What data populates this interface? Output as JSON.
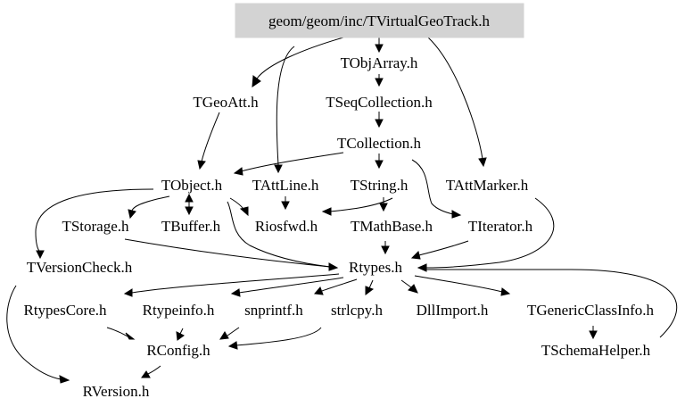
{
  "graph": {
    "root": "geom/geom/inc/TVirtualGeoTrack.h",
    "nodes": [
      {
        "id": "root",
        "label": "geom/geom/inc/TVirtualGeoTrack.h",
        "highlight": true
      },
      {
        "id": "tobjarray",
        "label": "TObjArray.h"
      },
      {
        "id": "tgeoatt",
        "label": "TGeoAtt.h"
      },
      {
        "id": "tseqcollection",
        "label": "TSeqCollection.h"
      },
      {
        "id": "tcollection",
        "label": "TCollection.h"
      },
      {
        "id": "tobject",
        "label": "TObject.h"
      },
      {
        "id": "tattline",
        "label": "TAttLine.h"
      },
      {
        "id": "tstring",
        "label": "TString.h"
      },
      {
        "id": "tattmarker",
        "label": "TAttMarker.h"
      },
      {
        "id": "tstorage",
        "label": "TStorage.h"
      },
      {
        "id": "tbuffer",
        "label": "TBuffer.h"
      },
      {
        "id": "riosfwd",
        "label": "Riosfwd.h"
      },
      {
        "id": "tmathbase",
        "label": "TMathBase.h"
      },
      {
        "id": "titerator",
        "label": "TIterator.h"
      },
      {
        "id": "tversioncheck",
        "label": "TVersionCheck.h"
      },
      {
        "id": "rtypes",
        "label": "Rtypes.h"
      },
      {
        "id": "rtypescore",
        "label": "RtypesCore.h"
      },
      {
        "id": "rtypeinfo",
        "label": "Rtypeinfo.h"
      },
      {
        "id": "snprintf",
        "label": "snprintf.h"
      },
      {
        "id": "strlcpy",
        "label": "strlcpy.h"
      },
      {
        "id": "dllimport",
        "label": "DllImport.h"
      },
      {
        "id": "tgenericclassinfo",
        "label": "TGenericClassInfo.h"
      },
      {
        "id": "rconfig",
        "label": "RConfig.h"
      },
      {
        "id": "tschemahelper",
        "label": "TSchemaHelper.h"
      },
      {
        "id": "rversion",
        "label": "RVersion.h"
      }
    ],
    "edges": [
      [
        "root",
        "tobjarray"
      ],
      [
        "root",
        "tgeoatt"
      ],
      [
        "root",
        "tattline"
      ],
      [
        "root",
        "tattmarker"
      ],
      [
        "tobjarray",
        "tseqcollection"
      ],
      [
        "tseqcollection",
        "tcollection"
      ],
      [
        "tgeoatt",
        "tobject"
      ],
      [
        "tcollection",
        "tobject"
      ],
      [
        "tcollection",
        "tstring"
      ],
      [
        "tcollection",
        "titerator"
      ],
      [
        "tattline",
        "riosfwd"
      ],
      [
        "tstring",
        "riosfwd"
      ],
      [
        "tstring",
        "tmathbase"
      ],
      [
        "tobject",
        "tstorage"
      ],
      [
        "tobject",
        "tbuffer"
      ],
      [
        "tobject",
        "riosfwd"
      ],
      [
        "tobject",
        "rtypes"
      ],
      [
        "tobject",
        "tversioncheck"
      ],
      [
        "tbuffer",
        "tobject"
      ],
      [
        "tattmarker",
        "rtypes"
      ],
      [
        "tstorage",
        "rtypes"
      ],
      [
        "tmathbase",
        "rtypes"
      ],
      [
        "titerator",
        "rtypes"
      ],
      [
        "rtypes",
        "rtypescore"
      ],
      [
        "rtypes",
        "rtypeinfo"
      ],
      [
        "rtypes",
        "snprintf"
      ],
      [
        "rtypes",
        "strlcpy"
      ],
      [
        "rtypes",
        "dllimport"
      ],
      [
        "rtypes",
        "tgenericclassinfo"
      ],
      [
        "rtypescore",
        "rconfig"
      ],
      [
        "rtypeinfo",
        "rconfig"
      ],
      [
        "snprintf",
        "rconfig"
      ],
      [
        "strlcpy",
        "rconfig"
      ],
      [
        "tgenericclassinfo",
        "tschemahelper"
      ],
      [
        "tschemahelper",
        "rtypes"
      ],
      [
        "rconfig",
        "rversion"
      ],
      [
        "tversioncheck",
        "rversion"
      ]
    ]
  }
}
